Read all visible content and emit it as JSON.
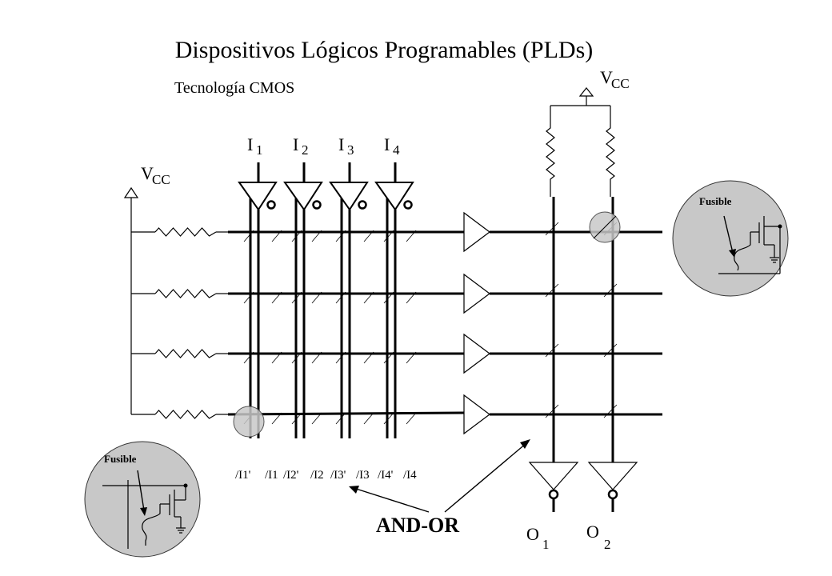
{
  "title": "Dispositivos Lógicos Programables (PLDs)",
  "subtitle": "Tecnología CMOS",
  "vcc_left": {
    "main": "V",
    "sub": "CC"
  },
  "vcc_right": {
    "main": "V",
    "sub": "CC"
  },
  "inputs": [
    {
      "main": "I",
      "sub": "1"
    },
    {
      "main": "I",
      "sub": "2"
    },
    {
      "main": "I",
      "sub": "3"
    },
    {
      "main": "I",
      "sub": "4"
    }
  ],
  "column_labels": [
    "/I1'",
    "/I1",
    "/I2'",
    "/I2",
    "/I3'",
    "/I3",
    "/I4'",
    "/I4"
  ],
  "outputs": [
    {
      "main": "O",
      "sub": "1"
    },
    {
      "main": "O",
      "sub": "2"
    }
  ],
  "and_or_label": "AND-OR",
  "fusible_top": "Fusible",
  "fusible_bottom": "Fusible",
  "colors": {
    "line": "#000000",
    "circle_fill": "#c8c8c8",
    "background": "#ffffff"
  }
}
